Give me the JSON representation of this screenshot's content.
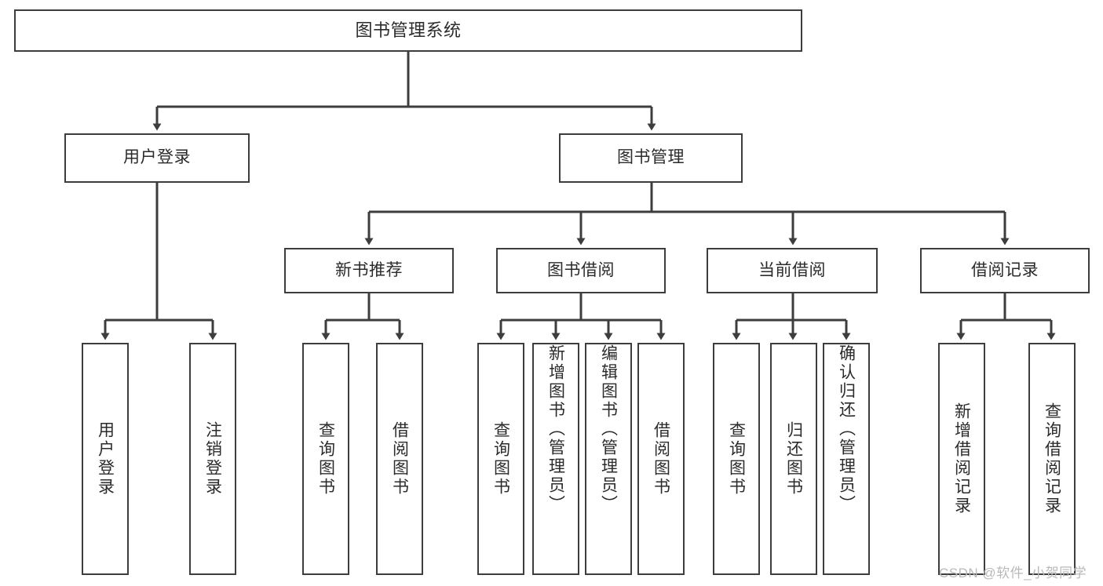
{
  "diagram": {
    "type": "tree-hierarchy",
    "title": "图书管理系统",
    "background": "#ffffff",
    "line_color": "#3d3d3d",
    "text_color": "#2b2b2b",
    "nodes": {
      "root": {
        "label": "图书管理系统"
      },
      "level2": [
        {
          "id": "user-login",
          "label": "用户登录"
        },
        {
          "id": "book-manage",
          "label": "图书管理"
        }
      ],
      "level3": [
        {
          "id": "new-book-recommend",
          "label": "新书推荐"
        },
        {
          "id": "book-borrow",
          "label": "图书借阅"
        },
        {
          "id": "current-borrow",
          "label": "当前借阅"
        },
        {
          "id": "borrow-record",
          "label": "借阅记录"
        }
      ],
      "leaves": {
        "user_login": [
          {
            "id": "leaf-user-login",
            "label": "用户登录"
          },
          {
            "id": "leaf-logout",
            "label": "注销登录"
          }
        ],
        "new_book_recommend": [
          {
            "id": "leaf-query-book-1",
            "label": "查询图书"
          },
          {
            "id": "leaf-borrow-book-1",
            "label": "借阅图书"
          }
        ],
        "book_borrow": [
          {
            "id": "leaf-query-book-2",
            "label": "查询图书"
          },
          {
            "id": "leaf-add-book",
            "label": "新增图书（管理员）"
          },
          {
            "id": "leaf-edit-book",
            "label": "编辑图书（管理员）"
          },
          {
            "id": "leaf-borrow-book-2",
            "label": "借阅图书"
          }
        ],
        "current_borrow": [
          {
            "id": "leaf-query-book-3",
            "label": "查询图书"
          },
          {
            "id": "leaf-return-book",
            "label": "归还图书"
          },
          {
            "id": "leaf-confirm-return",
            "label": "确认归还（管理员）"
          }
        ],
        "borrow_record": [
          {
            "id": "leaf-add-record",
            "label": "新增借阅记录"
          },
          {
            "id": "leaf-query-record",
            "label": "查询借阅记录"
          }
        ]
      }
    }
  },
  "watermark": {
    "text": "CSDN @软件_小贺同学"
  }
}
